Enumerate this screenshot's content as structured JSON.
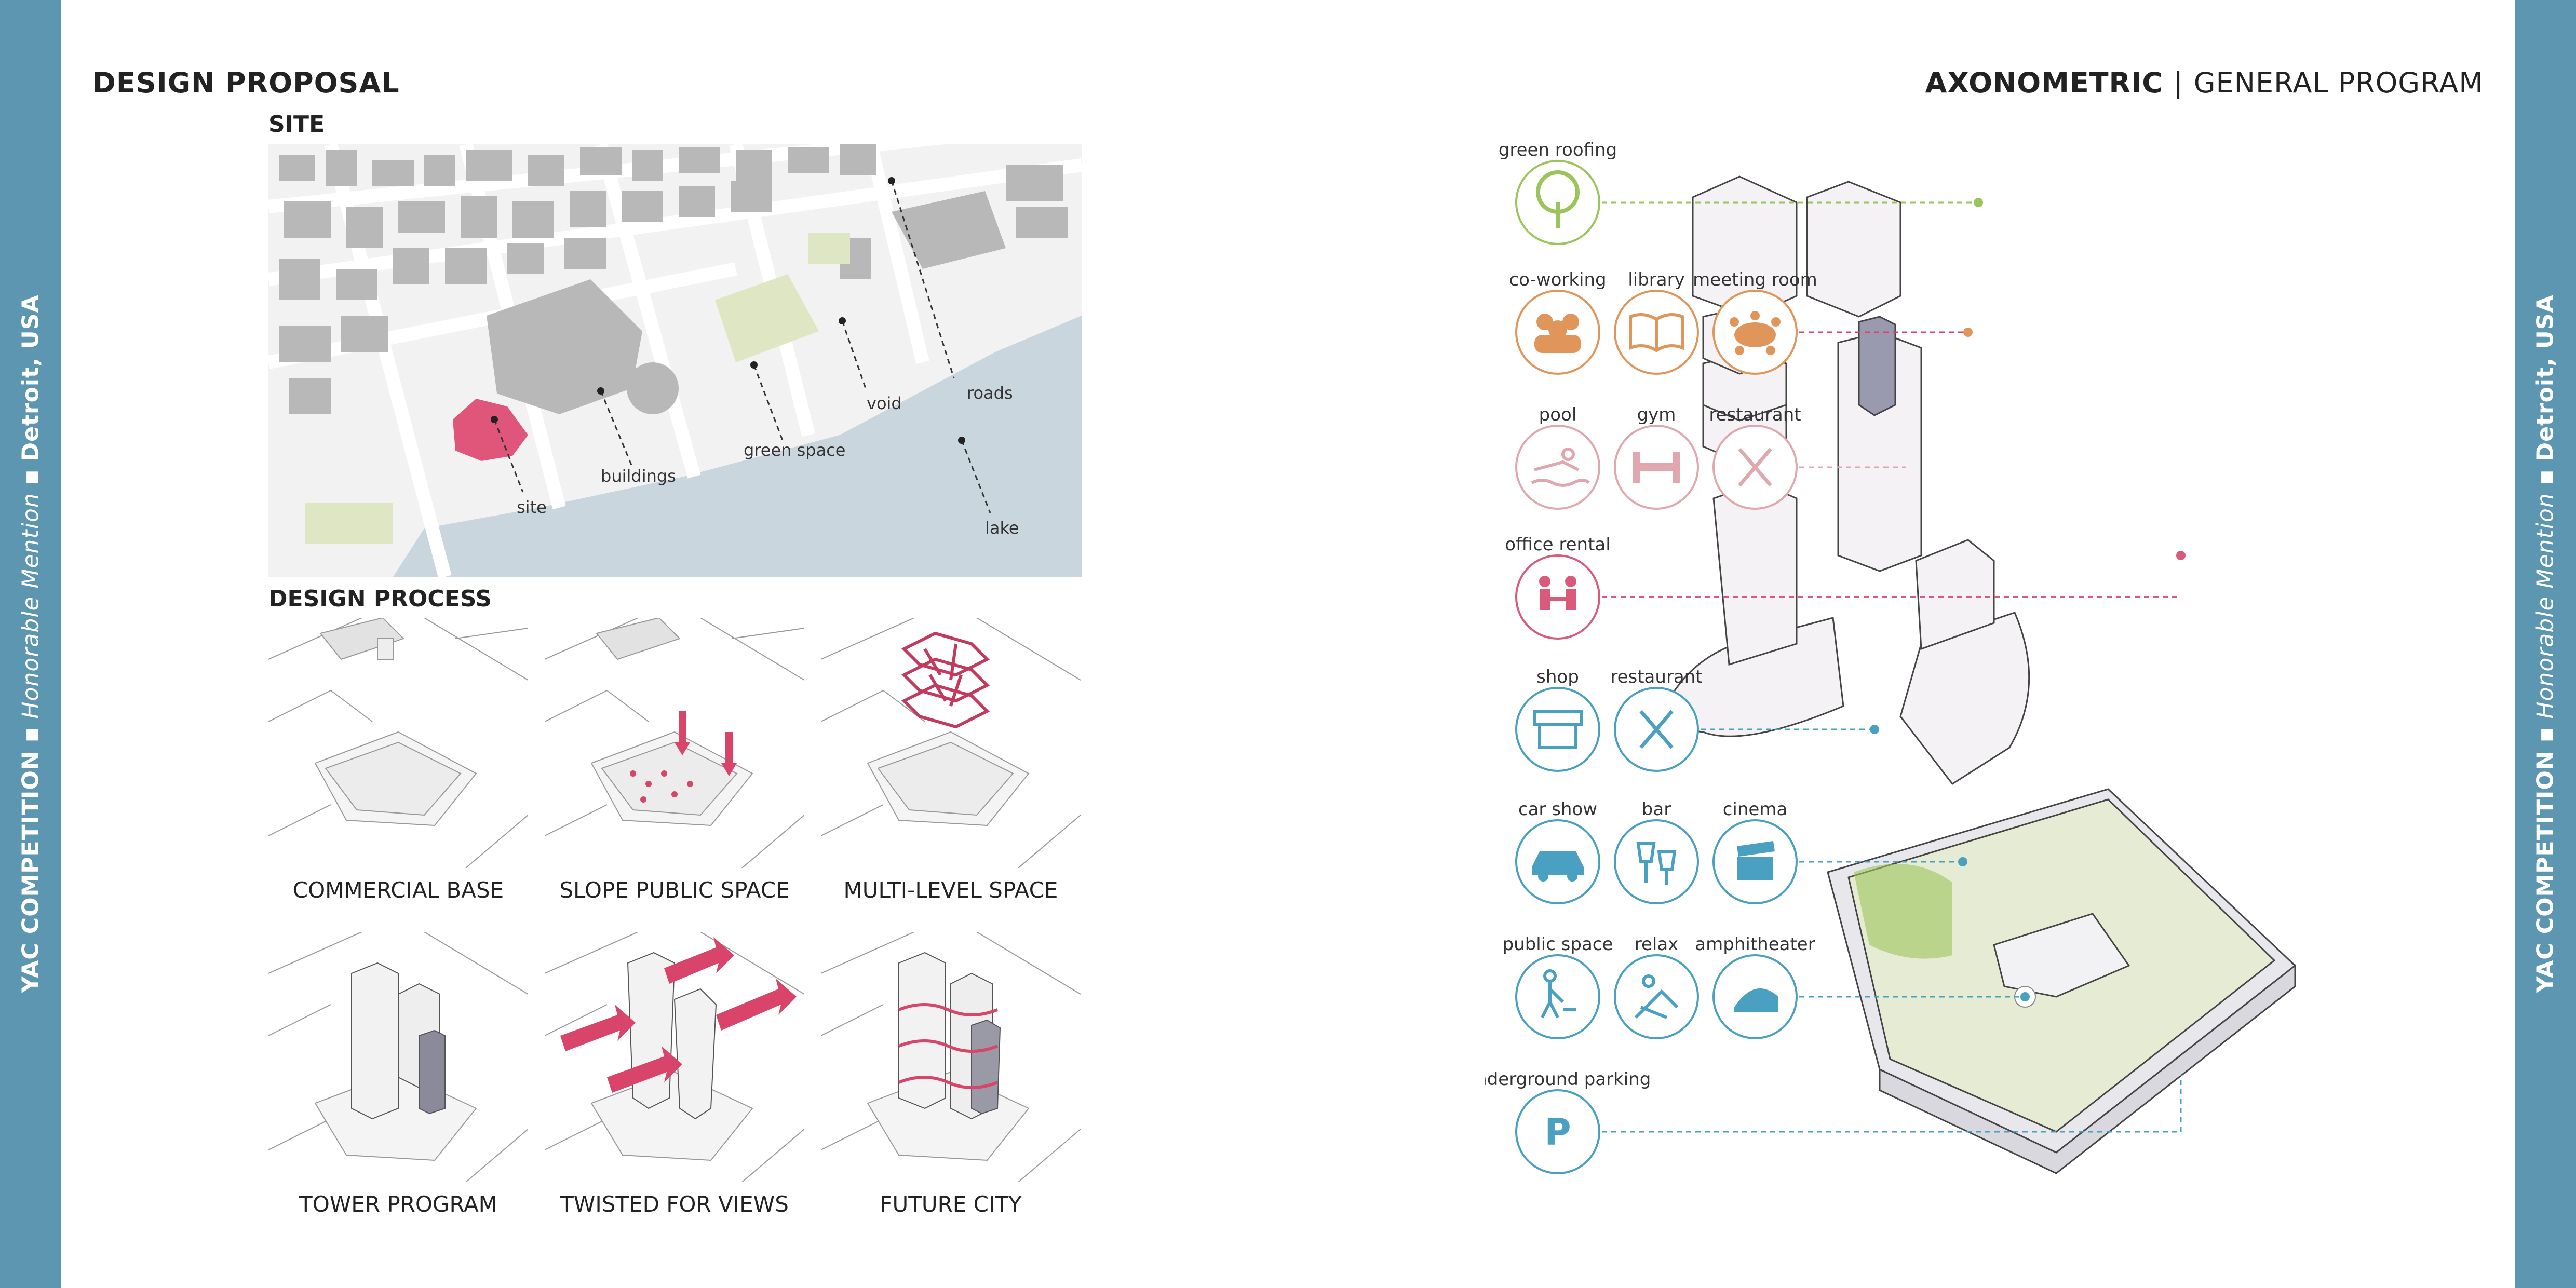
{
  "side_banner": {
    "competition": "YAC COMPETITION",
    "separator": "▪",
    "mention": "Honorable Mention",
    "location": "Detroit, USA"
  },
  "header": {
    "left_title": "DESIGN PROPOSAL",
    "right_title_bold": "AXONOMETRIC",
    "right_title_sep": "|",
    "right_title_rest": "GENERAL PROGRAM"
  },
  "site": {
    "title": "SITE",
    "labels": {
      "site": "site",
      "buildings": "buildings",
      "green_space": "green space",
      "void": "void",
      "roads": "roads",
      "lake": "lake"
    }
  },
  "design_process": {
    "title": "DESIGN PROCESS",
    "steps": [
      "COMMERCIAL BASE",
      "SLOPE PUBLIC SPACE",
      "MULTI-LEVEL SPACE",
      "TOWER PROGRAM",
      "TWISTED FOR VIEWS",
      "FUTURE CITY"
    ]
  },
  "program": [
    {
      "label": "green roofing",
      "icon": "tree-icon",
      "color": "#9cc45a"
    },
    {
      "label": "co-working",
      "icon": "people-icon",
      "color": "#e0965a"
    },
    {
      "label": "library",
      "icon": "book-icon",
      "color": "#e0965a"
    },
    {
      "label": "meeting room",
      "icon": "meeting-table-icon",
      "color": "#e0965a"
    },
    {
      "label": "pool",
      "icon": "swimmer-icon",
      "color": "#e0a8ae"
    },
    {
      "label": "gym",
      "icon": "dumbbell-icon",
      "color": "#e0a8ae"
    },
    {
      "label": "restaurant",
      "icon": "fork-knife-icon",
      "color": "#e0a8ae"
    },
    {
      "label": "office rental",
      "icon": "office-desk-icon",
      "color": "#d95a7a"
    },
    {
      "label": "shop",
      "icon": "shop-icon",
      "color": "#4aa0c0"
    },
    {
      "label": "restaurant",
      "icon": "fork-knife-icon",
      "color": "#4aa0c0"
    },
    {
      "label": "car show",
      "icon": "car-icon",
      "color": "#4aa0c0"
    },
    {
      "label": "bar",
      "icon": "wine-glass-icon",
      "color": "#4aa0c0"
    },
    {
      "label": "cinema",
      "icon": "clapperboard-icon",
      "color": "#4aa0c0"
    },
    {
      "label": "public space",
      "icon": "walker-dog-icon",
      "color": "#4aa0c0"
    },
    {
      "label": "relax",
      "icon": "lounger-icon",
      "color": "#4aa0c0"
    },
    {
      "label": "amphitheater",
      "icon": "amphitheater-icon",
      "color": "#4aa0c0"
    },
    {
      "label": "underground parking",
      "icon": "parking-icon",
      "color": "#4aa0c0"
    }
  ],
  "colors": {
    "sidebar": "#5d96b1",
    "lake": "#c9d6dd",
    "green": "#dfe6c4",
    "site": "#e0567a",
    "buildings": "#b8b8b8",
    "accent_pink": "#d9456a"
  }
}
